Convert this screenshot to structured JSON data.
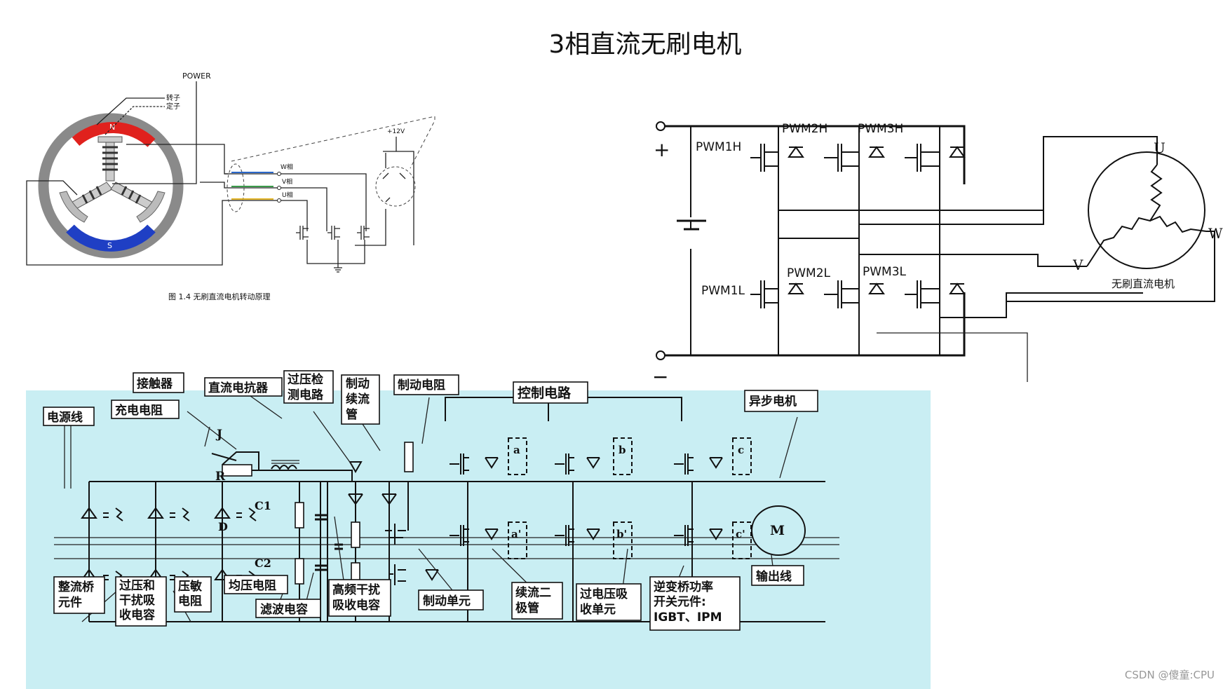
{
  "title": "3相直流无刷电机",
  "fig1": {
    "power": "POWER",
    "rotor": "转子",
    "stator": "定子",
    "north": "N",
    "south": "S",
    "supply": "+12V",
    "phase_w": "W相",
    "phase_v": "V相",
    "phase_u": "U相",
    "caption": "图 1.4   无刷直流电机转动原理"
  },
  "fig2": {
    "plus": "+",
    "minus": "−",
    "pwm": [
      "PWM1H",
      "PWM2H",
      "PWM3H",
      "PWM1L",
      "PWM2L",
      "PWM3L"
    ],
    "u": "U",
    "v": "V",
    "w": "W",
    "motor_label": "无刷直流电机"
  },
  "fig3": {
    "labels": {
      "contactor": "接触器",
      "dc_reactor": "直流电抗器",
      "overvoltage_detect_1": "过压检",
      "overvoltage_detect_2": "测电路",
      "brake_tube_1": "制动",
      "brake_tube_2": "续流",
      "brake_tube_3": "管",
      "brake_resistor": "制动电阻",
      "control_circuit": "控制电路",
      "async_motor": "异步电机",
      "power_line": "电源线",
      "charge_resistor": "充电电阻",
      "rectifier_1": "整流桥",
      "rectifier_2": "元件",
      "surge_cap_1": "过压和",
      "surge_cap_2": "干扰吸",
      "surge_cap_3": "收电容",
      "varistor_1": "压敏",
      "varistor_2": "电阻",
      "balance_resistor": "均压电阻",
      "filter_cap": "滤波电容",
      "hf_cap_1": "高频干扰",
      "hf_cap_2": "吸收电容",
      "brake_unit": "制动单元",
      "freewheel_1": "续流二",
      "freewheel_2": "极管",
      "ov_absorb_1": "过电压吸",
      "ov_absorb_2": "收单元",
      "inverter_1": "逆变桥功率",
      "inverter_2": "开关元件:",
      "inverter_3": "IGBT、IPM",
      "output_line": "输出线"
    },
    "marks": {
      "j": "J",
      "r": "R",
      "d": "D",
      "c1": "C1",
      "c2": "C2",
      "m": "M",
      "a": "a",
      "b": "b",
      "c": "c",
      "a2": "a'",
      "b2": "b'",
      "c2p": "c'"
    }
  },
  "watermark": "CSDN @傻童:CPU",
  "colors": {
    "fig3_bg": "#c9eef3",
    "north": "#e0211d",
    "south": "#1f3fc4",
    "stator": "#8a8a8a"
  }
}
